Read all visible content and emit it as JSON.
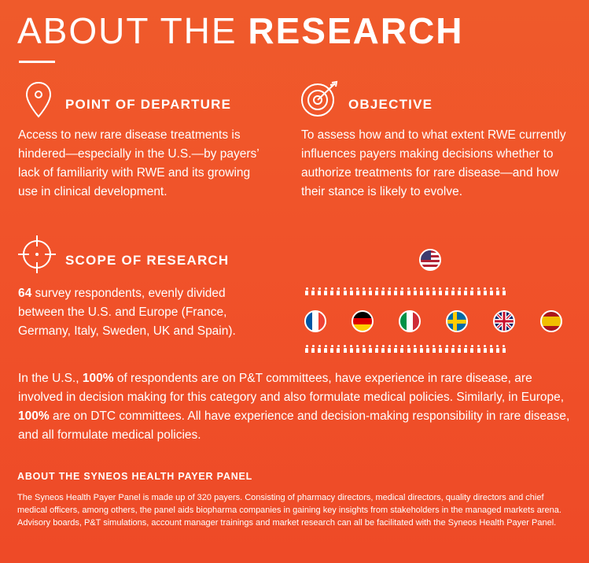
{
  "title": {
    "light": "ABOUT THE",
    "bold": "RESEARCH"
  },
  "departure": {
    "heading": "POINT OF DEPARTURE",
    "text": "Access to new rare disease treatments is hindered—especially in the U.S.—by payers’ lack of familiarity with RWE and its growing use in clinical development.",
    "icon": "map-pin-icon"
  },
  "objective": {
    "heading": "OBJECTIVE",
    "text": "To assess how and to what extent RWE currently influences payers making decisions whether to authorize treatments for rare disease—and how their stance is likely to evolve.",
    "icon": "target-icon"
  },
  "scope": {
    "heading": "SCOPE OF RESEARCH",
    "icon": "crosshair-icon",
    "count": "64",
    "text": " survey respondents, evenly divided between the U.S. and Europe (France, Germany, Italy, Sweden, UK and Spain)."
  },
  "flags": {
    "us": "us-flag-icon",
    "europe": [
      "france-flag-icon",
      "germany-flag-icon",
      "italy-flag-icon",
      "sweden-flag-icon",
      "uk-flag-icon",
      "spain-flag-icon"
    ]
  },
  "respondents": {
    "us_count": 32,
    "europe_count": 32
  },
  "summary": {
    "p1_a": "In the U.S., ",
    "p1_pct": "100%",
    "p1_b": " of respondents are on P&T committees, have experience in rare disease, are involved in decision making for this category and also formulate medical policies. Similarly, in Europe, ",
    "p2_pct": "100%",
    "p2_b": " are on DTC committees. All have experience and decision-making responsibility in rare disease, and all formulate medical policies."
  },
  "panel": {
    "heading": "ABOUT THE SYNEOS HEALTH PAYER PANEL",
    "text": "The Syneos Health Payer Panel is made up of 320 payers. Consisting of pharmacy directors, medical directors, quality directors and chief medical officers, among others, the panel aids biopharma companies in gaining key insights from stakeholders in the managed markets arena. Advisory boards, P&T simulations, account manager trainings and market research can all be facilitated with the Syneos Health Payer Panel."
  },
  "colors": {
    "background": "#ef5a2b",
    "text": "#ffffff"
  }
}
